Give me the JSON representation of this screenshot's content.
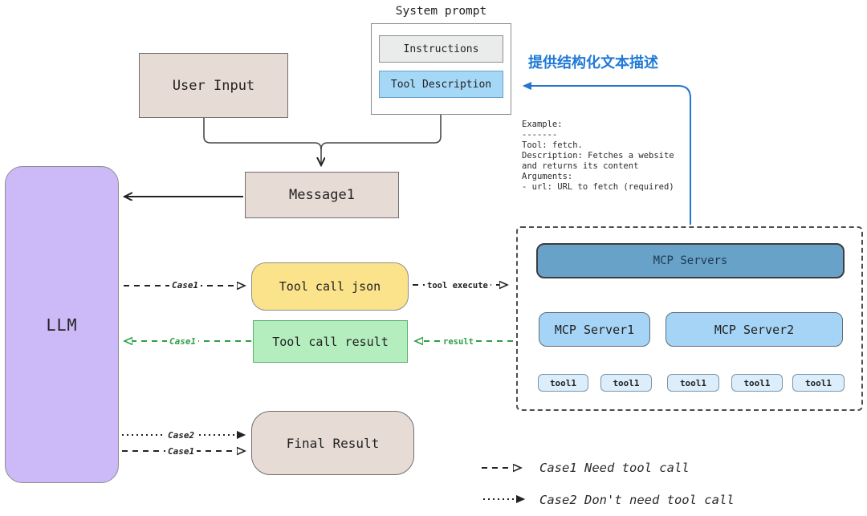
{
  "system_prompt": {
    "label": "System prompt",
    "instructions": "Instructions",
    "tool_description": "Tool Description"
  },
  "nodes": {
    "user_input": "User Input",
    "message1": "Message1",
    "llm": "LLM",
    "tool_call_json": "Tool call json",
    "tool_call_result": "Tool call result",
    "final_result": "Final Result"
  },
  "mcp": {
    "servers": "MCP Servers",
    "server1": "MCP Server1",
    "server2": "MCP Server2",
    "tool": "tool1"
  },
  "annotations": {
    "structured_text_note": "提供结构化文本描述",
    "example_text": "Example:\n-------\nTool: fetch.\nDescription: Fetches a website\nand returns its content\nArguments:\n- url: URL to fetch (required)"
  },
  "edge_labels": {
    "case1_to_tool_json": "Case1",
    "tool_execute": "tool execute",
    "result": "result",
    "case1_from_result": "Case1",
    "case2_to_final": "Case2",
    "case1_to_final": "Case1"
  },
  "legend": {
    "case1": "Case1 Need tool call",
    "case2": "Case2 Don't need tool call"
  },
  "colors": {
    "blue_accent": "#1f7ad6",
    "green_accent": "#2f9e44",
    "llm_purple": "#ccbaf8",
    "json_yellow": "#fbe38b",
    "result_green": "#b4edbe",
    "node_beige": "#e7dbd5",
    "mcp_header_blue": "#68a2c9",
    "server_blue": "#a5d4f6",
    "tool_blue": "#dceefb"
  }
}
